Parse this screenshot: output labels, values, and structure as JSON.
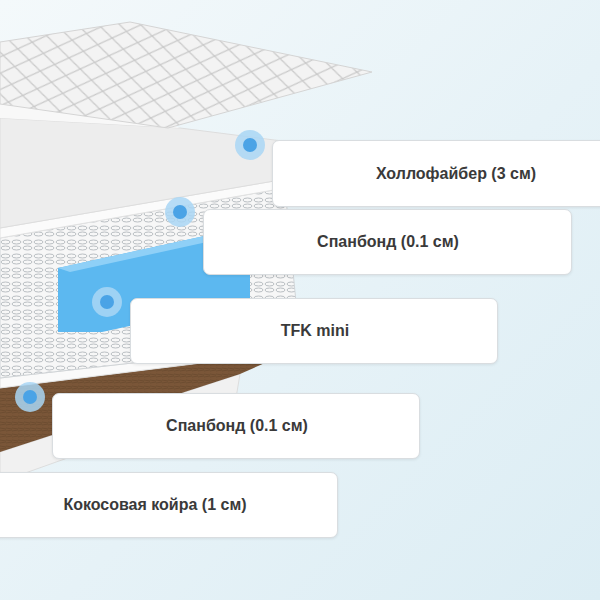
{
  "diagram": {
    "nodes": [
      {
        "text": [
          "Холлофайбер (3 см)"
        ]
      },
      {
        "text": [
          "Спанбонд (0.1 см)"
        ]
      },
      {
        "text": [
          "TFK mini"
        ]
      },
      {
        "text": [
          "Спанбонд (0.1 см)"
        ]
      },
      {
        "text": [
          "Кокосовая койра (1 см)"
        ]
      }
    ]
  }
}
